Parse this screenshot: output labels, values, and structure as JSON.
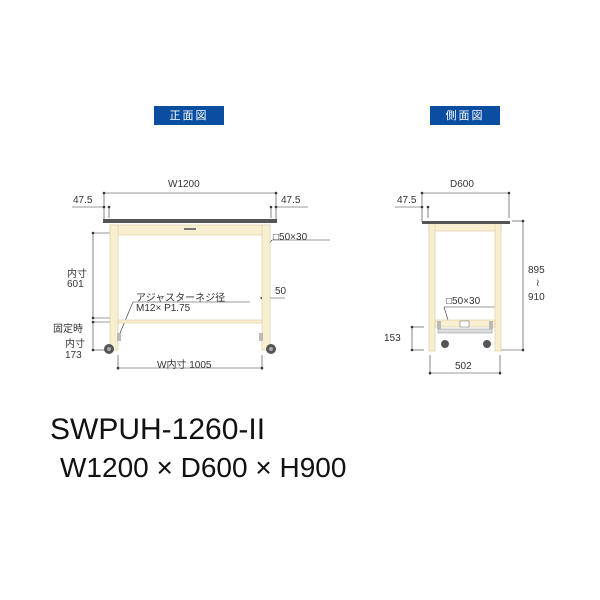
{
  "front_view": {
    "title": "正面図",
    "dims": {
      "width": "W1200",
      "left_overhang": "47.5",
      "right_overhang": "47.5",
      "inner_height_label": "内寸",
      "inner_height_value": "601",
      "frame_size": "□50×30",
      "frame_depth": "50",
      "adjuster_label": "アジャスターネジ径",
      "adjuster_spec": "M12× P1.75",
      "fixed_label": "固定時",
      "fixed_inner_label": "内寸",
      "fixed_inner_value": "173",
      "inner_width": "W内寸 1005"
    }
  },
  "side_view": {
    "title": "側面図",
    "dims": {
      "depth": "D600",
      "overhang": "47.5",
      "height_min": "895",
      "height_sep": "≀",
      "height_max": "910",
      "frame_size": "□50×30",
      "lower_height": "153",
      "inner_depth": "502"
    }
  },
  "product": {
    "model": "SWPUH-1260-II",
    "size": "W1200 × D600 × H900"
  },
  "colors": {
    "tag_bg": "#0a4ea2",
    "frame": "#f8efd0",
    "frame_edge": "#d8c9a0",
    "top": "#555555"
  }
}
